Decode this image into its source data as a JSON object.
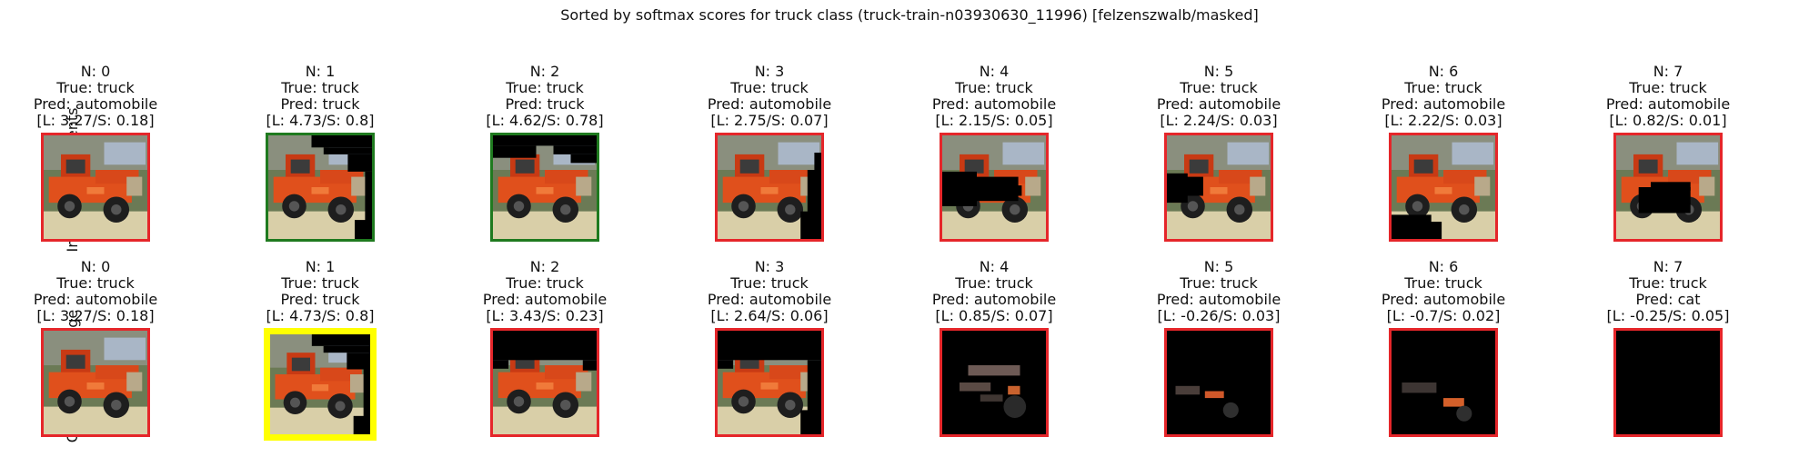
{
  "title": "Sorted by softmax scores for truck class (truck-train-n03930630_11996) [felzenszwalb/masked]",
  "colors": {
    "red": "#e5262a",
    "green": "#1f7a1f",
    "yellow": "#ffff00"
  },
  "chart_data": {
    "type": "table",
    "rows": [
      {
        "label": "Indvidual Segments",
        "panels": [
          {
            "n": "N: 0",
            "true": "True: truck",
            "pred": "Pred: automobile",
            "score": "[L: 3.27/S: 0.18]",
            "border": "red",
            "mask": "full"
          },
          {
            "n": "N: 1",
            "true": "True: truck",
            "pred": "Pred: truck",
            "score": "[L: 4.73/S: 0.8]",
            "border": "green",
            "mask": "top-right"
          },
          {
            "n": "N: 2",
            "true": "True: truck",
            "pred": "Pred: truck",
            "score": "[L: 4.62/S: 0.78]",
            "border": "green",
            "mask": "top"
          },
          {
            "n": "N: 3",
            "true": "True: truck",
            "pred": "Pred: automobile",
            "score": "[L: 2.75/S: 0.07]",
            "border": "red",
            "mask": "right"
          },
          {
            "n": "N: 4",
            "true": "True: truck",
            "pred": "Pred: automobile",
            "score": "[L: 2.15/S: 0.05]",
            "border": "red",
            "mask": "body"
          },
          {
            "n": "N: 5",
            "true": "True: truck",
            "pred": "Pred: automobile",
            "score": "[L: 2.24/S: 0.03]",
            "border": "red",
            "mask": "back"
          },
          {
            "n": "N: 6",
            "true": "True: truck",
            "pred": "Pred: automobile",
            "score": "[L: 2.22/S: 0.03]",
            "border": "red",
            "mask": "bottom-left"
          },
          {
            "n": "N: 7",
            "true": "True: truck",
            "pred": "Pred: automobile",
            "score": "[L: 0.82/S: 0.01]",
            "border": "red",
            "mask": "hood"
          }
        ]
      },
      {
        "label": "Cumulative Image",
        "panels": [
          {
            "n": "N: 0",
            "true": "True: truck",
            "pred": "Pred: automobile",
            "score": "[L: 3.27/S: 0.18]",
            "border": "red",
            "mask": "full"
          },
          {
            "n": "N: 1",
            "true": "True: truck",
            "pred": "Pred: truck",
            "score": "[L: 4.73/S: 0.8]",
            "border": "yellow",
            "mask": "top-right"
          },
          {
            "n": "N: 2",
            "true": "True: truck",
            "pred": "Pred: automobile",
            "score": "[L: 3.43/S: 0.23]",
            "border": "red",
            "mask": "cum2"
          },
          {
            "n": "N: 3",
            "true": "True: truck",
            "pred": "Pred: automobile",
            "score": "[L: 2.64/S: 0.06]",
            "border": "red",
            "mask": "cum3"
          },
          {
            "n": "N: 4",
            "true": "True: truck",
            "pred": "Pred: automobile",
            "score": "[L: 0.85/S: 0.07]",
            "border": "red",
            "mask": "cum4"
          },
          {
            "n": "N: 5",
            "true": "True: truck",
            "pred": "Pred: automobile",
            "score": "[L: -0.26/S: 0.03]",
            "border": "red",
            "mask": "cum5"
          },
          {
            "n": "N: 6",
            "true": "True: truck",
            "pred": "Pred: automobile",
            "score": "[L: -0.7/S: 0.02]",
            "border": "red",
            "mask": "cum6"
          },
          {
            "n": "N: 7",
            "true": "True: truck",
            "pred": "Pred: cat",
            "score": "[L: -0.25/S: 0.05]",
            "border": "red",
            "mask": "empty"
          }
        ]
      }
    ]
  }
}
